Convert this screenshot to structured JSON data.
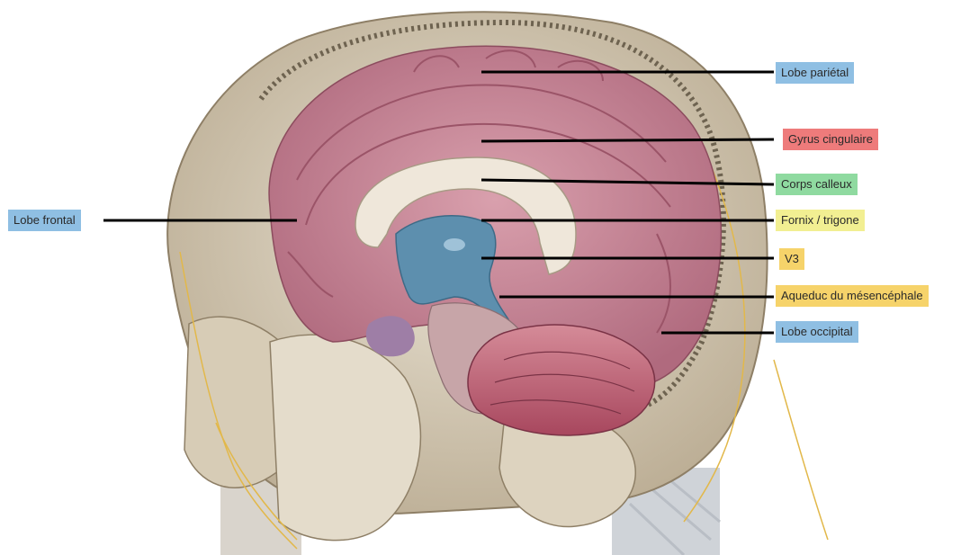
{
  "labels": {
    "lobe_parietal": "Lobe pariétal",
    "gyrus_cingulaire": "Gyrus cingulaire",
    "corps_calleux": "Corps calleux",
    "lobe_frontal": "Lobe frontal",
    "fornix_trigone": "Fornix / trigone",
    "v3": "V3",
    "aqueduc": "Aqueduc du mésencéphale",
    "lobe_occipital": "Lobe occipital"
  },
  "colors": {
    "blue": "#8fbfe3",
    "red": "#ee7b7b",
    "green": "#8fdaa0",
    "yellow": "#f2ef92",
    "orange": "#f6d36a",
    "leader_line": "#000000"
  }
}
